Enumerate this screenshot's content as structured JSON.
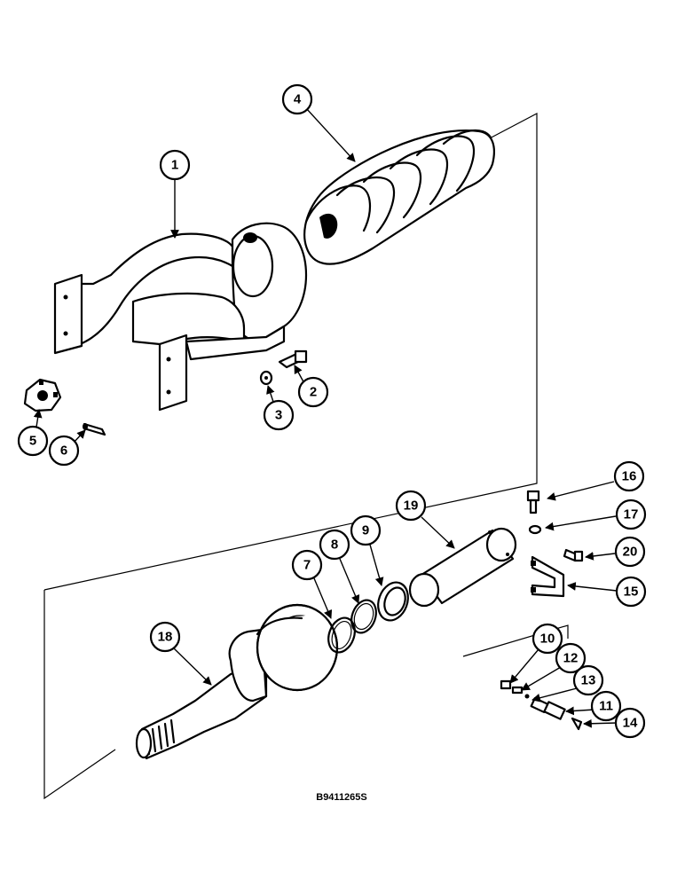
{
  "drawing_code": "B9411265S",
  "callouts": [
    {
      "label": "1"
    },
    {
      "label": "2"
    },
    {
      "label": "3"
    },
    {
      "label": "4"
    },
    {
      "label": "5"
    },
    {
      "label": "6"
    },
    {
      "label": "7"
    },
    {
      "label": "8"
    },
    {
      "label": "9"
    },
    {
      "label": "10"
    },
    {
      "label": "11"
    },
    {
      "label": "12"
    },
    {
      "label": "13"
    },
    {
      "label": "14"
    },
    {
      "label": "15"
    },
    {
      "label": "16"
    },
    {
      "label": "17"
    },
    {
      "label": "18"
    },
    {
      "label": "19"
    },
    {
      "label": "20"
    }
  ]
}
